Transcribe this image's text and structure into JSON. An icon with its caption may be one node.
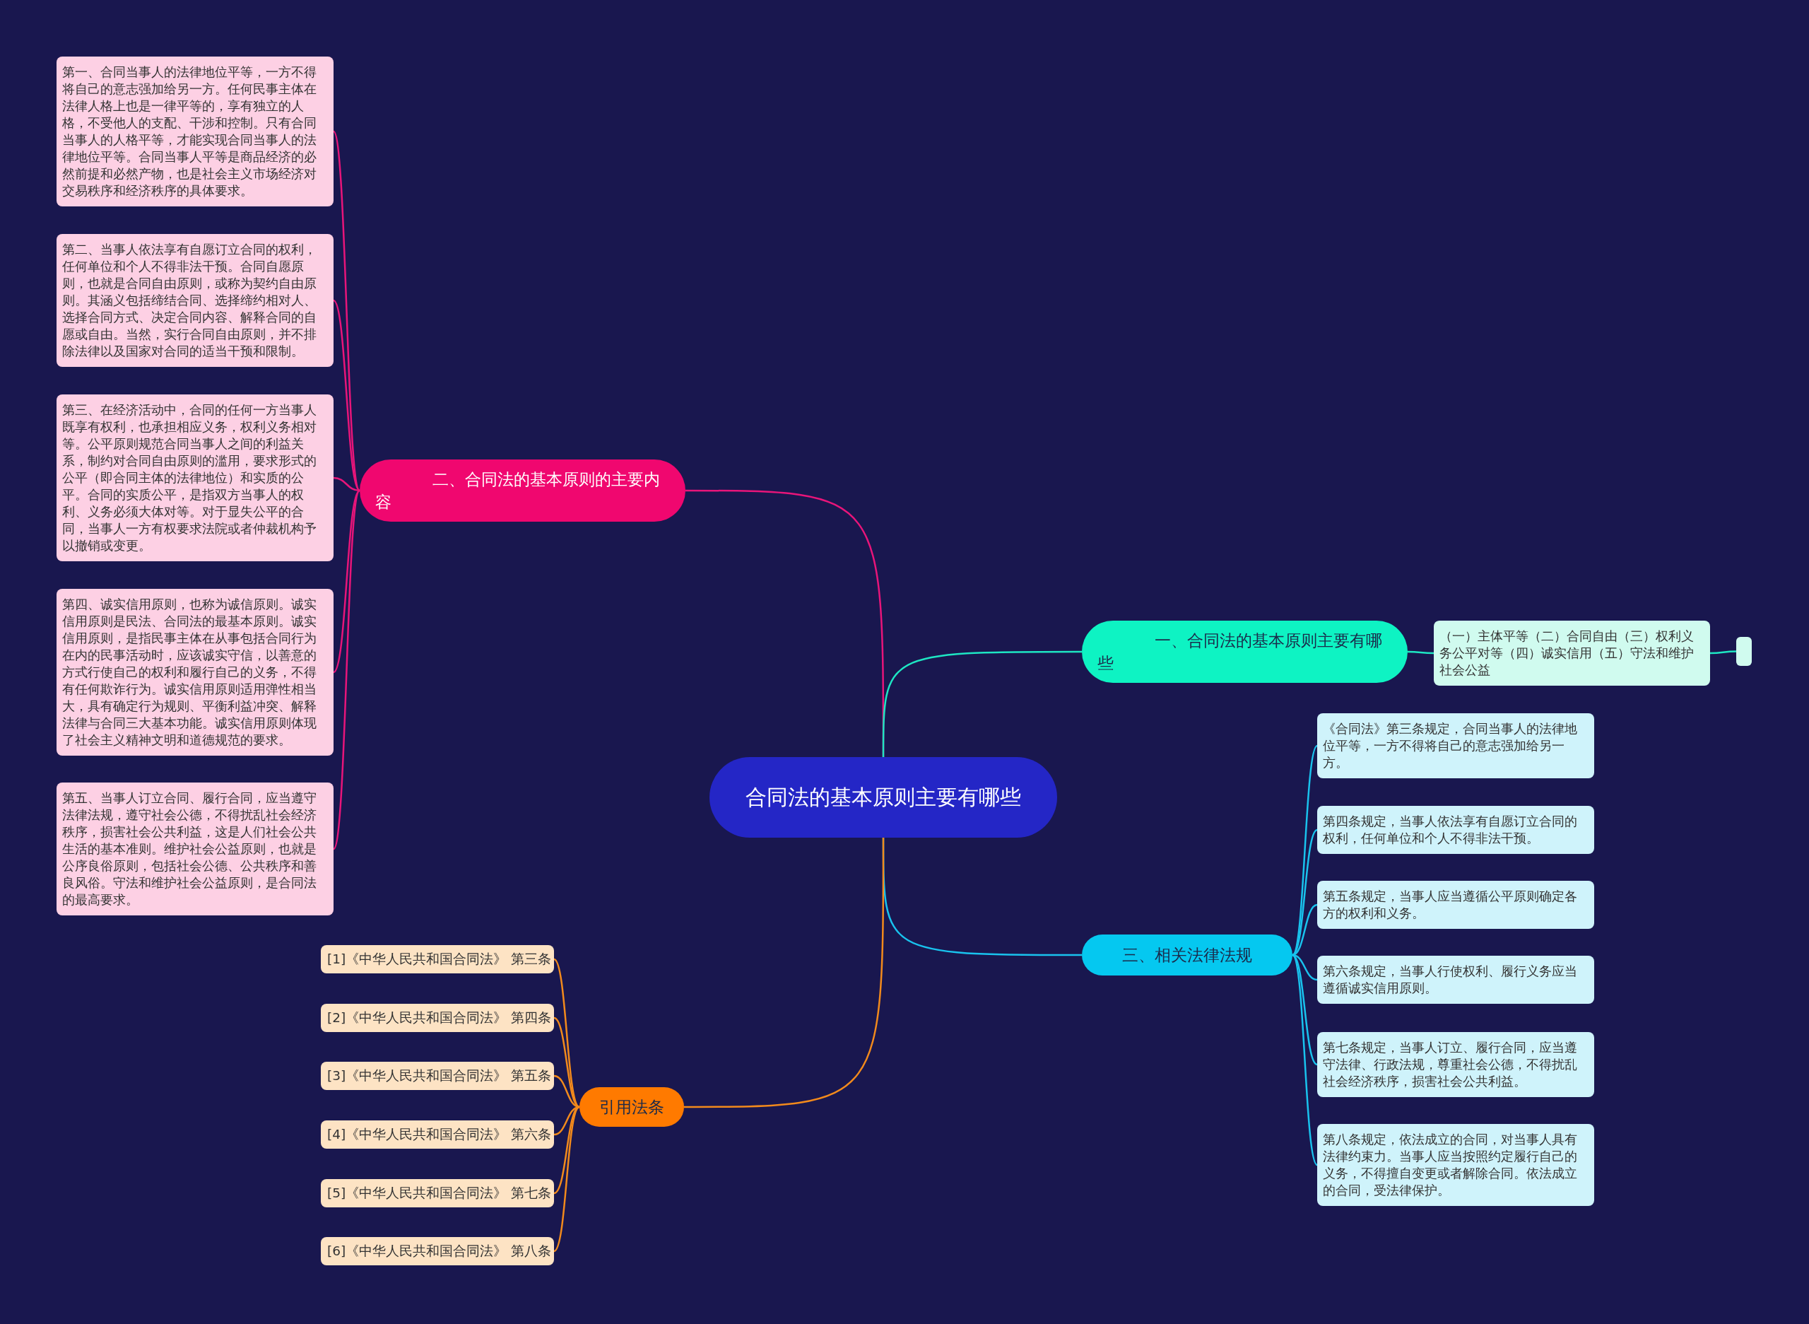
{
  "diagram": {
    "nodes": [
      {
        "text": [
          "合同法的基本原则主要有哪些"
        ]
      },
      {
        "text": [
          "二、合同法的基本原则的主要内容"
        ]
      },
      {
        "text": [
          "第一、合同当事人的法律地位平等，一方不得将自己的意志强加给另一方。任何民事主体在法律人格上也是一律平等的，享有独立的人格，不受他人的支配、干涉和控制。只有合同当事人的人格平等，才能实现合同当事人的法律地位平等。合同当事人平等是商品经济的必然前提和必然产物，也是社会主义市场经济对交易秩序和经济秩序的具体要求。"
        ]
      },
      {
        "text": [
          "第二、当事人依法享有自愿订立合同的权利，任何单位和个人不得非法干预。合同自愿原则，也就是合同自由原则，或称为契约自由原则。其涵义包括缔结合同、选择缔约相对人、选择合同方式、决定合同内容、解释合同的自愿或自由。当然，实行合同自由原则，并不排除法律以及国家对合同的适当干预和限制。"
        ]
      },
      {
        "text": [
          "第三、在经济活动中，合同的任何一方当事人既享有权利，也承担相应义务，权利义务相对等。公平原则规范合同当事人之间的利益关系，制约对合同自由原则的滥用，要求形式的公平（即合同主体的法律地位）和实质的公平。合同的实质公平，是指双方当事人的权利、义务必须大体对等。对于显失公平的合同，当事人一方有权要求法院或者仲裁机构予以撤销或变更。"
        ]
      },
      {
        "text": [
          "第四、诚实信用原则，也称为诚信原则。诚实信用原则是民法、合同法的最基本原则。诚实信用原则，是指民事主体在从事包括合同行为在内的民事活动时，应该诚实守信，以善意的方式行使自己的权利和履行自己的义务，不得有任何欺诈行为。诚实信用原则适用弹性相当大，具有确定行为规则、平衡利益冲突、解释法律与合同三大基本功能。诚实信用原则体现了社会主义精神文明和道德规范的要求。"
        ]
      },
      {
        "text": [
          "第五、当事人订立合同、履行合同，应当遵守法律法规，遵守社会公德，不得扰乱社会经济秩序，损害社会公共利益，这是人们社会公共生活的基本准则。维护社会公益原则，也就是公序良俗原则，包括社会公德、公共秩序和善良风俗。守法和维护社会公益原则，是合同法的最高要求。"
        ]
      },
      {
        "text": [
          "一、合同法的基本原则主要有哪些"
        ]
      },
      {
        "text": [
          "（一）主体平等（二）合同自由（三）权利义务公平对等（四）诚实信用（五）守法和维护社会公益"
        ]
      },
      {
        "text": [],
        "shape": "box"
      },
      {
        "text": [
          "三、相关法律法规"
        ]
      },
      {
        "text": [
          "《合同法》第三条规定，合同当事人的法律地位平等，一方不得将自己的意志强加给另一方。"
        ]
      },
      {
        "text": [
          "第四条规定，当事人依法享有自愿订立合同的权利，任何单位和个人不得非法干预。"
        ]
      },
      {
        "text": [
          "第五条规定，当事人应当遵循公平原则确定各方的权利和义务。"
        ]
      },
      {
        "text": [
          "第六条规定，当事人行使权利、履行义务应当遵循诚实信用原则。"
        ]
      },
      {
        "text": [
          "第七条规定，当事人订立、履行合同，应当遵守法律、行政法规，尊重社会公德，不得扰乱社会经济秩序，损害社会公共利益。"
        ]
      },
      {
        "text": [
          "第八条规定，依法成立的合同，对当事人具有法律约束力。当事人应当按照约定履行自己的义务，不得擅自变更或者解除合同。依法成立的合同，受法律保护。"
        ]
      },
      {
        "text": [
          "引用法条"
        ]
      },
      {
        "text": [
          "[1]《中华人民共和国合同法》 第三条"
        ]
      },
      {
        "text": [
          "[2]《中华人民共和国合同法》 第四条"
        ]
      },
      {
        "text": [
          "[3]《中华人民共和国合同法》 第五条"
        ]
      },
      {
        "text": [
          "[4]《中华人民共和国合同法》 第六条"
        ]
      },
      {
        "text": [
          "[5]《中华人民共和国合同法》 第七条"
        ]
      },
      {
        "text": [
          "[6]《中华人民共和国合同法》 第八条"
        ]
      }
    ],
    "edges": [
      {
        "from": 0,
        "to": 1,
        "arrow": "none",
        "color": "#e8157a"
      },
      {
        "from": 1,
        "to": 2,
        "arrow": "none",
        "color": "#e8157a"
      },
      {
        "from": 1,
        "to": 3,
        "arrow": "none",
        "color": "#e8157a"
      },
      {
        "from": 1,
        "to": 4,
        "arrow": "none",
        "color": "#e8157a"
      },
      {
        "from": 1,
        "to": 5,
        "arrow": "none",
        "color": "#e8157a"
      },
      {
        "from": 1,
        "to": 6,
        "arrow": "none",
        "color": "#e8157a"
      },
      {
        "from": 0,
        "to": 7,
        "arrow": "none",
        "color": "#1ee6c3"
      },
      {
        "from": 7,
        "to": 8,
        "arrow": "none",
        "color": "#1ee6c3"
      },
      {
        "from": 8,
        "to": 9,
        "arrow": "none",
        "color": "#1ee6c3"
      },
      {
        "from": 0,
        "to": 10,
        "arrow": "none",
        "color": "#19c3ee"
      },
      {
        "from": 10,
        "to": 11,
        "arrow": "none",
        "color": "#19c3ee"
      },
      {
        "from": 10,
        "to": 12,
        "arrow": "none",
        "color": "#19c3ee"
      },
      {
        "from": 10,
        "to": 13,
        "arrow": "none",
        "color": "#19c3ee"
      },
      {
        "from": 10,
        "to": 14,
        "arrow": "none",
        "color": "#19c3ee"
      },
      {
        "from": 10,
        "to": 15,
        "arrow": "none",
        "color": "#19c3ee"
      },
      {
        "from": 10,
        "to": 16,
        "arrow": "none",
        "color": "#19c3ee"
      },
      {
        "from": 0,
        "to": 17,
        "arrow": "none",
        "color": "#f28a1c"
      },
      {
        "from": 17,
        "to": 18,
        "arrow": "none",
        "color": "#f28a1c"
      },
      {
        "from": 17,
        "to": 19,
        "arrow": "none",
        "color": "#f28a1c"
      },
      {
        "from": 17,
        "to": 20,
        "arrow": "none",
        "color": "#f28a1c"
      },
      {
        "from": 17,
        "to": 21,
        "arrow": "none",
        "color": "#f28a1c"
      },
      {
        "from": 17,
        "to": 22,
        "arrow": "none",
        "color": "#f28a1c"
      },
      {
        "from": 17,
        "to": 23,
        "arrow": "none",
        "color": "#f28a1c"
      }
    ]
  }
}
